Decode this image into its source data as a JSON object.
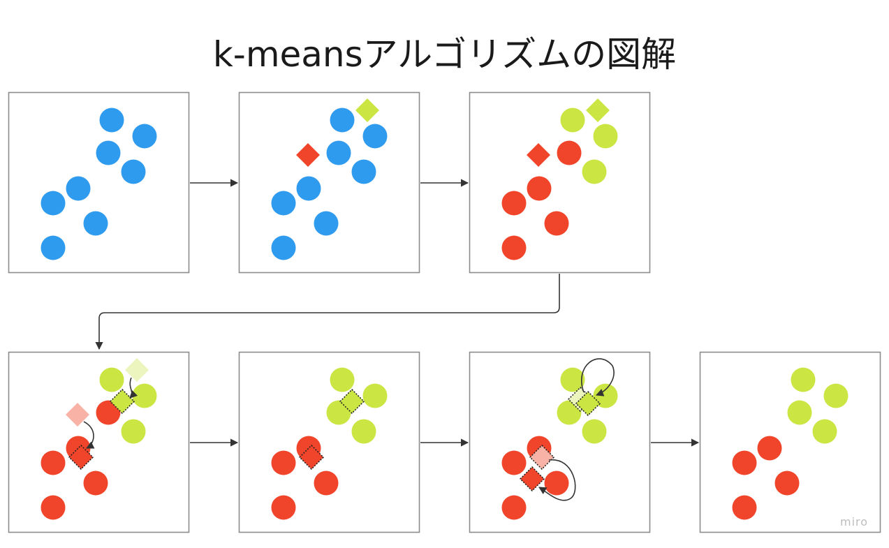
{
  "title": "k-meansアルゴリズムの図解",
  "watermark": "miro",
  "colors": {
    "blue": "#2f9bef",
    "red": "#f1452b",
    "green": "#cbe543",
    "red_faded": "#f9b3a6",
    "green_faded": "#ebf5bd",
    "frame": "#8c8c8c",
    "arrow": "#333333"
  },
  "icons": {
    "point": "circle",
    "centroid": "diamond"
  },
  "steps": [
    {
      "label": "step-1-initial-points"
    },
    {
      "label": "step-2-initial-centroids"
    },
    {
      "label": "step-3-assign-clusters"
    },
    {
      "label": "step-4-move-centroids"
    },
    {
      "label": "step-5-updated-centroids"
    },
    {
      "label": "step-6-reassign-and-move"
    },
    {
      "label": "step-7-converged"
    }
  ]
}
